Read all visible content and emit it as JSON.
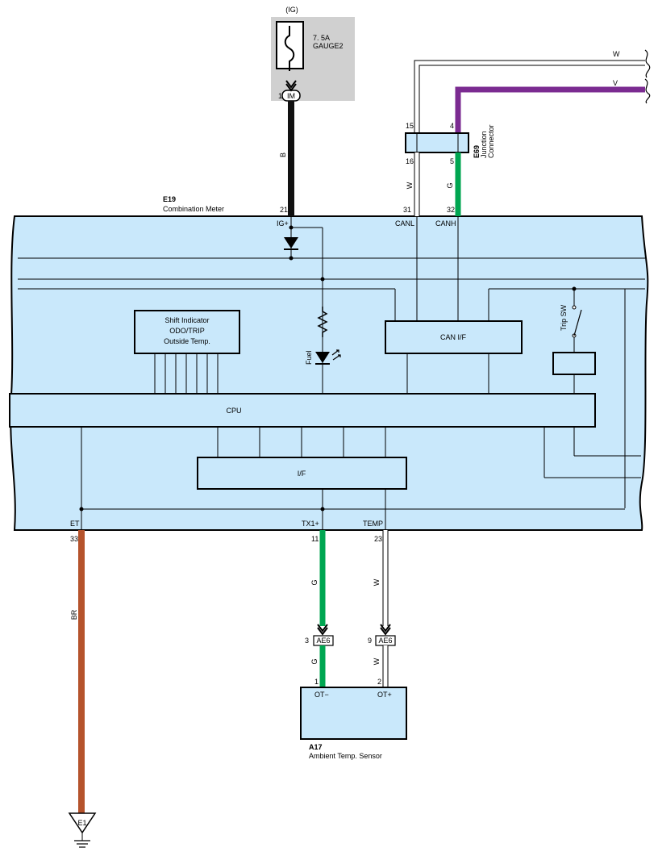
{
  "fuse": {
    "supply": "(IG)",
    "rating": "7. 5A",
    "name": "GAUGE2",
    "pin": "1",
    "connector": "IM"
  },
  "meter": {
    "code": "E19",
    "name": "Combination Meter",
    "pins": {
      "igplus": {
        "num": "21",
        "label": "IG+"
      },
      "canl": {
        "num": "31",
        "label": "CANL"
      },
      "canh": {
        "num": "32",
        "label": "CANH"
      },
      "et": {
        "num": "33",
        "label": "ET"
      },
      "tx1": {
        "num": "11",
        "label": "TX1+"
      },
      "temp": {
        "num": "23",
        "label": "TEMP"
      }
    },
    "blocks": {
      "shift": [
        "Shift Indicator",
        "ODO/TRIP",
        "Outside Temp."
      ],
      "canif": "CAN I/F",
      "cpu": "CPU",
      "if": "I/F",
      "fuel": "Fuel",
      "trip": "Trip SW"
    }
  },
  "junction": {
    "code": "E69",
    "name_line1": "Junction",
    "name_line2": "Connector",
    "pins": {
      "p15": "15",
      "p4": "4",
      "p16": "16",
      "p5": "5"
    }
  },
  "wires": {
    "ig_color": "B",
    "canl_color": "W",
    "canh_color": "G",
    "top_w": "W",
    "top_v": "V",
    "et_color": "BR",
    "tx_color": "G",
    "temp_color": "W",
    "tx_color2": "G",
    "temp_color2": "W"
  },
  "colors": {
    "black": "#111111",
    "green": "#00a651",
    "violet": "#7b2b91",
    "brown": "#b5532c",
    "panel": "#c9e8fb",
    "fuse_bg": "#d0d0d0"
  },
  "ae6": {
    "left_pin": "3",
    "right_pin": "9",
    "code": "AE6"
  },
  "sensor": {
    "code": "A17",
    "name": "Ambient Temp.  Sensor",
    "pin1": "1",
    "pin2": "2",
    "term1": "OT−",
    "term2": "OT+"
  },
  "ground": {
    "code": "E1"
  }
}
